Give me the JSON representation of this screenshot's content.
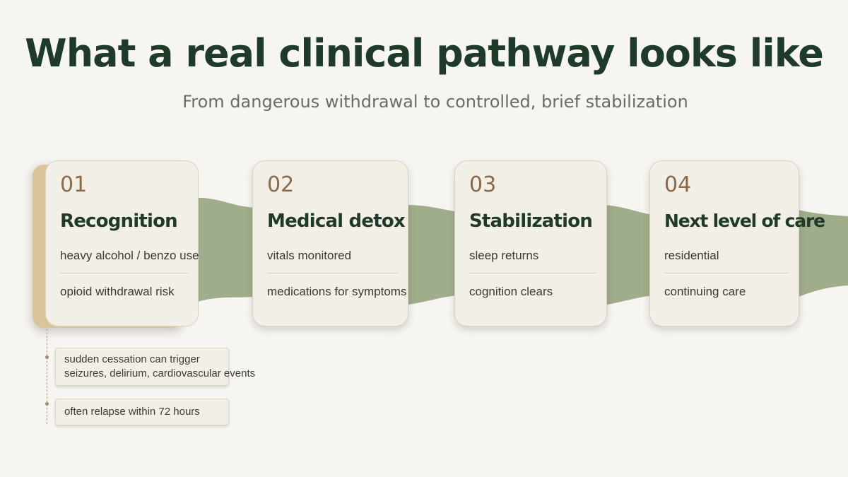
{
  "title": "What a real clinical pathway looks like",
  "subtitle": "From dangerous withdrawal to controlled, brief stabilization",
  "colors": {
    "background": "#f6f5f1",
    "title": "#1e3a29",
    "number": "#8a6a4b",
    "card": "#f2efe6",
    "ribbon": "#9fad8a",
    "accent_tan": "#d9c49b"
  },
  "steps": [
    {
      "number": "01",
      "title": "Recognition",
      "items": [
        "heavy alcohol / benzo use",
        "opioid withdrawal risk"
      ]
    },
    {
      "number": "02",
      "title": "Medical detox",
      "items": [
        "vitals monitored",
        "medications for symptoms"
      ]
    },
    {
      "number": "03",
      "title": "Stabilization",
      "items": [
        "sleep returns",
        "cognition clears"
      ]
    },
    {
      "number": "04",
      "title": "Next level of care",
      "items": [
        "residential",
        "continuing care"
      ]
    }
  ],
  "notes": [
    {
      "lines": [
        "sudden cessation can trigger",
        "seizures, delirium, cardiovascular events"
      ]
    },
    {
      "lines": [
        "often relapse within 72 hours"
      ]
    }
  ]
}
